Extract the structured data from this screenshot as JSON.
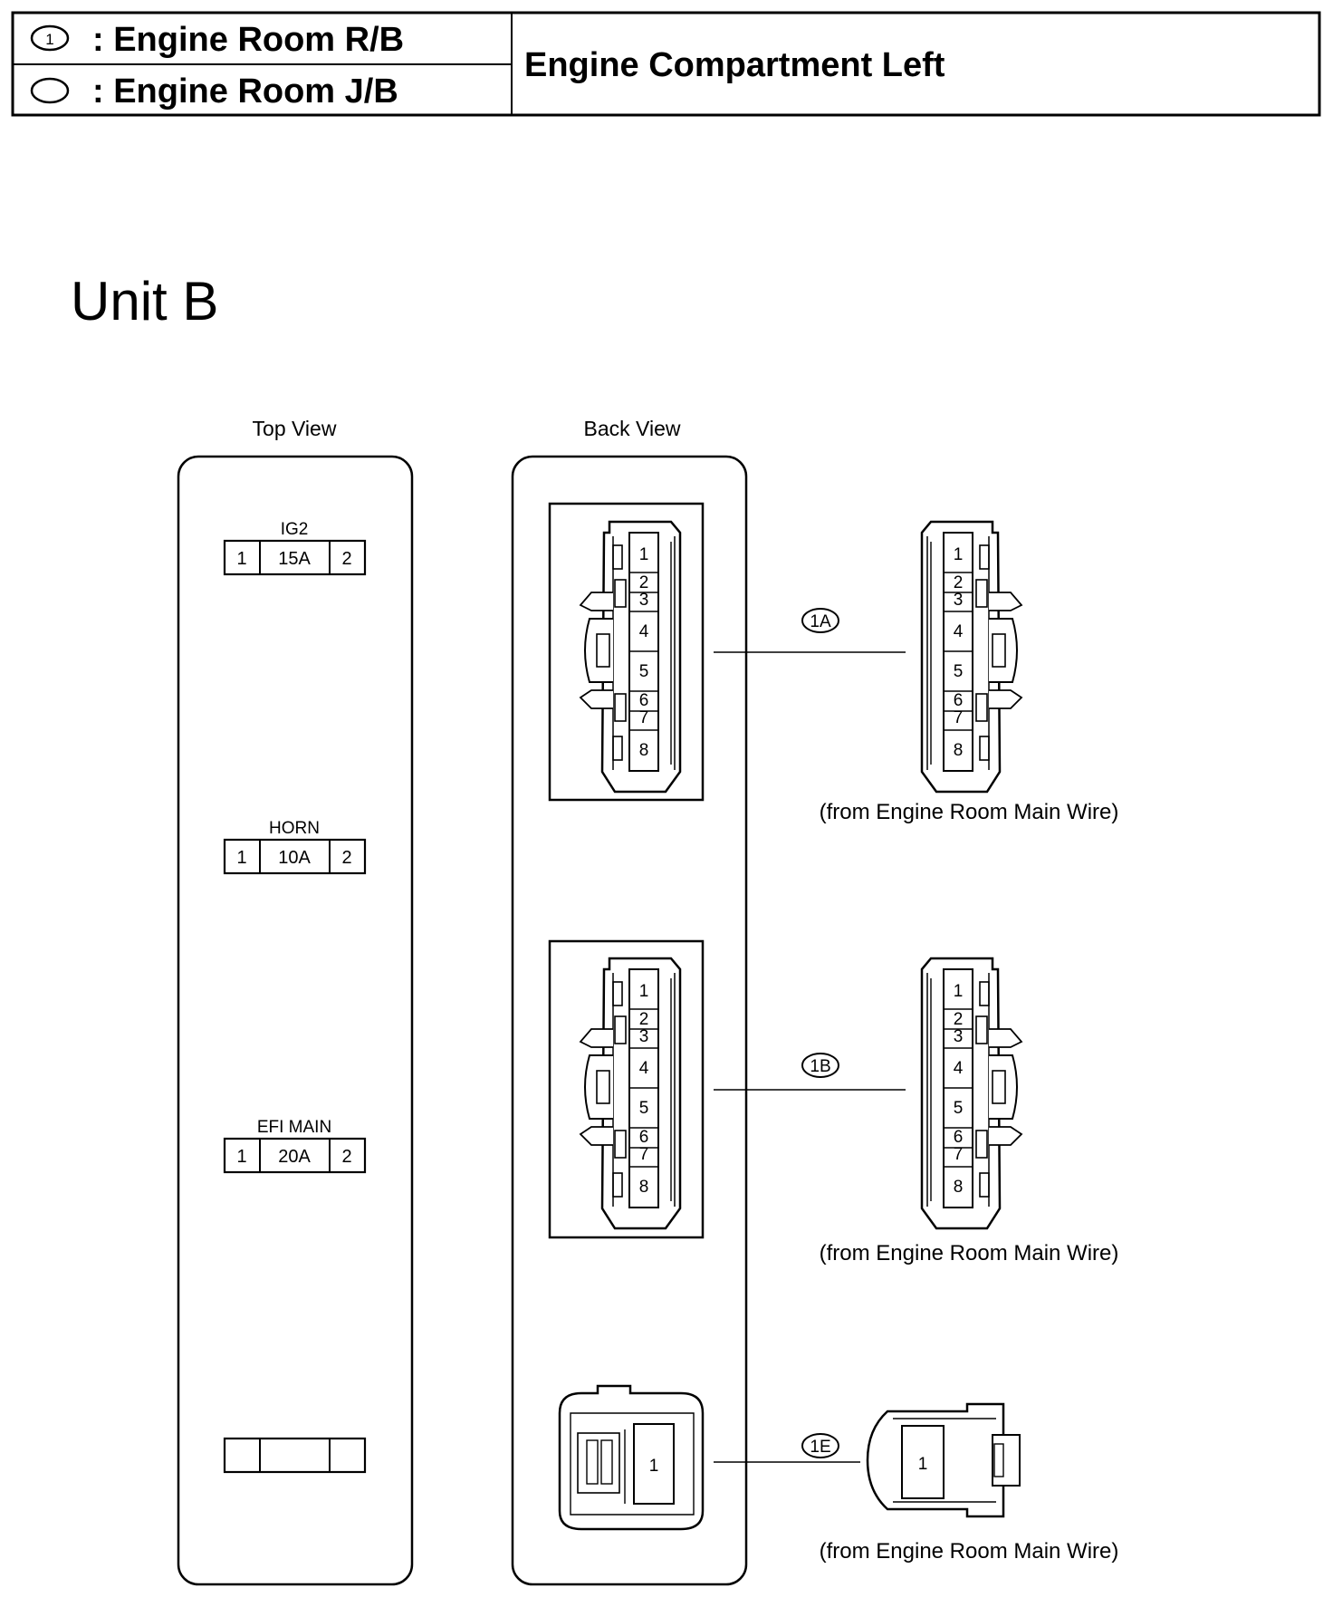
{
  "header": {
    "legend": [
      {
        "marker": "1",
        "text": ": Engine Room R/B"
      },
      {
        "marker": "",
        "text": ": Engine Room J/B"
      }
    ],
    "title": "Engine Compartment Left"
  },
  "unit_title": "Unit B",
  "top_view": {
    "label": "Top View",
    "fuses": [
      {
        "name": "IG2",
        "left": "1",
        "rating": "15A",
        "right": "2"
      },
      {
        "name": "HORN",
        "left": "1",
        "rating": "10A",
        "right": "2"
      },
      {
        "name": "EFI MAIN",
        "left": "1",
        "rating": "20A",
        "right": "2"
      },
      {
        "name": "",
        "left": "",
        "rating": "",
        "right": ""
      }
    ]
  },
  "back_view": {
    "label": "Back View",
    "connectors": [
      {
        "id": "1A",
        "pins": [
          "1",
          "2",
          "3",
          "4",
          "5",
          "6",
          "7",
          "8"
        ],
        "caption": "(from Engine Room Main Wire)"
      },
      {
        "id": "1B",
        "pins": [
          "1",
          "2",
          "3",
          "4",
          "5",
          "6",
          "7",
          "8"
        ],
        "caption": "(from Engine Room Main Wire)"
      },
      {
        "id": "1E",
        "pins": [
          "1"
        ],
        "caption": "(from Engine Room Main Wire)"
      }
    ]
  }
}
